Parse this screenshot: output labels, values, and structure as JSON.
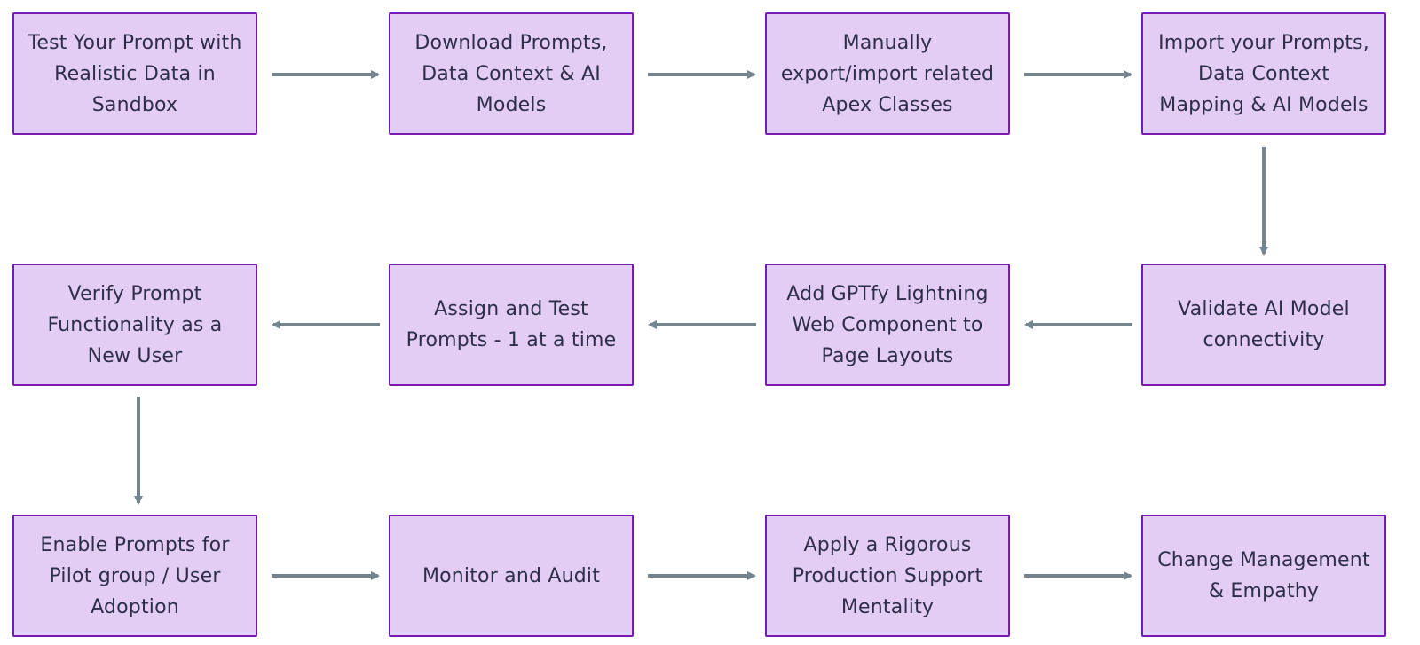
{
  "colors": {
    "node_fill": "#e3cdf5",
    "node_border": "#7a1bb0",
    "arrow": "#75858f",
    "text": "#2e2e4a"
  },
  "nodes": [
    {
      "id": "n1",
      "label": "Test Your Prompt with Realistic Data in Sandbox"
    },
    {
      "id": "n2",
      "label": "Download Prompts, Data Context & AI Models"
    },
    {
      "id": "n3",
      "label": "Manually export/import related Apex Classes"
    },
    {
      "id": "n4",
      "label": "Import your Prompts, Data Context Mapping & AI Models"
    },
    {
      "id": "n5",
      "label": "Validate AI Model connectivity"
    },
    {
      "id": "n6",
      "label": "Add GPTfy Lightning Web Component to Page Layouts"
    },
    {
      "id": "n7",
      "label": "Assign and Test Prompts - 1 at a time"
    },
    {
      "id": "n8",
      "label": "Verify Prompt Functionality as a New User"
    },
    {
      "id": "n9",
      "label": "Enable Prompts for Pilot group / User Adoption"
    },
    {
      "id": "n10",
      "label": "Monitor and Audit"
    },
    {
      "id": "n11",
      "label": "Apply a Rigorous Production Support Mentality"
    },
    {
      "id": "n12",
      "label": "Change Management & Empathy"
    }
  ],
  "edges": [
    {
      "from": "n1",
      "to": "n2"
    },
    {
      "from": "n2",
      "to": "n3"
    },
    {
      "from": "n3",
      "to": "n4"
    },
    {
      "from": "n4",
      "to": "n5"
    },
    {
      "from": "n5",
      "to": "n6"
    },
    {
      "from": "n6",
      "to": "n7"
    },
    {
      "from": "n7",
      "to": "n8"
    },
    {
      "from": "n8",
      "to": "n9"
    },
    {
      "from": "n9",
      "to": "n10"
    },
    {
      "from": "n10",
      "to": "n11"
    },
    {
      "from": "n11",
      "to": "n12"
    }
  ]
}
